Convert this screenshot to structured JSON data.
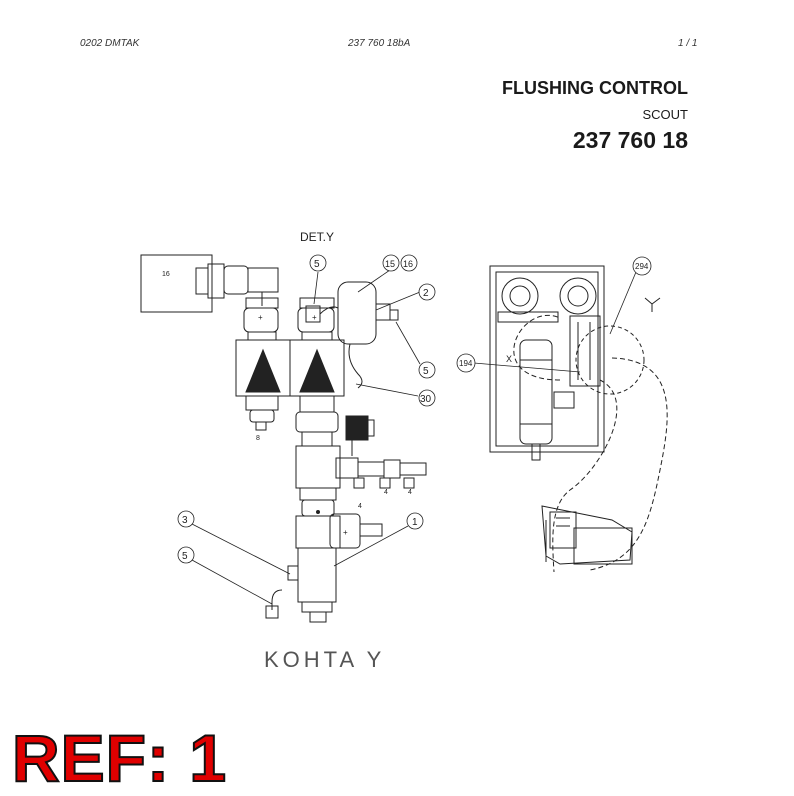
{
  "header": {
    "left": "0202   DMTAK",
    "middle": "237 760 18bA",
    "right": "1 /   1"
  },
  "title_block": {
    "title": "FLUSHING CONTROL",
    "subtitle": "SCOUT",
    "part_number": "237 760 18"
  },
  "drawing": {
    "detail_label": "DET.Y",
    "view_caption": "KOHTA Y",
    "balloons": [
      "5",
      "15",
      "16",
      "2",
      "5",
      "30",
      "3",
      "5",
      "1",
      "194",
      "294"
    ],
    "small_labels": {
      "block": "16",
      "qty_8": "8",
      "qty_4a": "4",
      "qty_4b": "4",
      "qty_4c": "4",
      "x_mark": "X",
      "y_mark": "Y"
    }
  },
  "ref_badge": "REF: 1"
}
